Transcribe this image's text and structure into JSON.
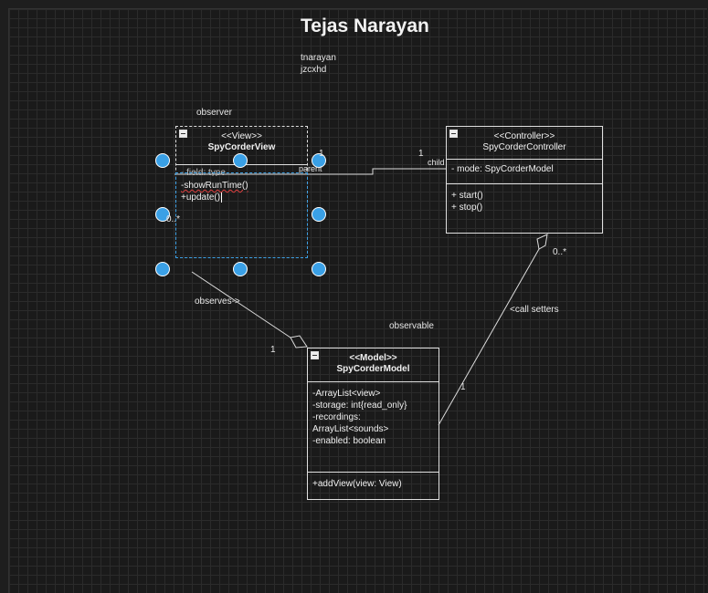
{
  "diagram": {
    "title": "Tejas Narayan",
    "author_lines": [
      "tnarayan",
      "jzcxhd"
    ],
    "view": {
      "stereotype": "<<View>>",
      "name": "SpyCorderView",
      "field": "- field: type",
      "methods": [
        "-showRunTime()",
        "+update()"
      ]
    },
    "controller": {
      "stereotype": "<<Controller>>",
      "name": "SpyCorderController",
      "fields": [
        "- mode: SpyCorderModel"
      ],
      "methods": [
        "+ start()",
        "+ stop()"
      ]
    },
    "model": {
      "stereotype": "<<Model>>",
      "name": "SpyCorderModel",
      "fields": [
        "-ArrayList<view>",
        "-storage: int{read_only}",
        "-recordings:",
        "ArrayList<sounds>",
        "-enabled: boolean"
      ],
      "methods": [
        "+addView(view: View)"
      ]
    },
    "labels": {
      "observer": "observer",
      "parent": "parent",
      "child": "child",
      "one_parent": "1",
      "one_child": "1",
      "view_many": "0..*",
      "observes": "observes->",
      "observable": "observable",
      "one_model": "1",
      "call_setters": "<call setters",
      "ctrl_many": "0..*",
      "one_model_right": "1"
    }
  }
}
